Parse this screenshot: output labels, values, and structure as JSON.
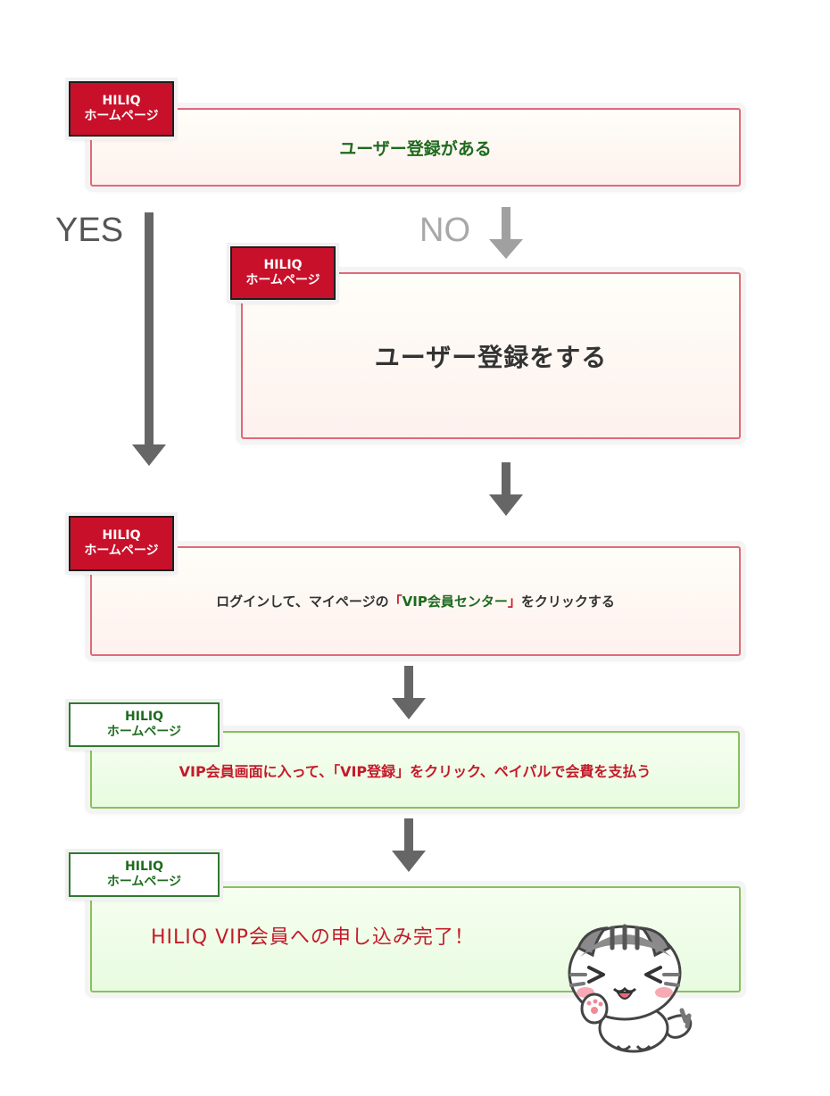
{
  "tag": {
    "line1": "HILIQ",
    "line2": "ホームページ"
  },
  "steps": [
    {
      "text": "ユーザー登録がある"
    },
    {
      "text": "ユーザー登録をする"
    },
    {
      "text_before": "ログインして、マイページの",
      "bracket_open": "「",
      "highlight": "VIP会員センター",
      "bracket_close": "」",
      "text_after": "をクリックする"
    },
    {
      "text": "VIP会員画面に入って、「VIP登録」をクリック、ペイパルで会費を支払う"
    },
    {
      "text": "HILIQ VIP会員への申し込み完了！"
    }
  ],
  "branch": {
    "yes": "YES",
    "no": "NO"
  },
  "colors": {
    "tag_red": "#c9102a",
    "tag_green": "#2f7a2f",
    "box_red_border": "#e06a78",
    "box_green_border": "#86c25c",
    "arrow_dark": "#666666",
    "arrow_light": "#a0a0a0"
  },
  "mascot": {
    "icon": "cat-mascot-icon"
  }
}
